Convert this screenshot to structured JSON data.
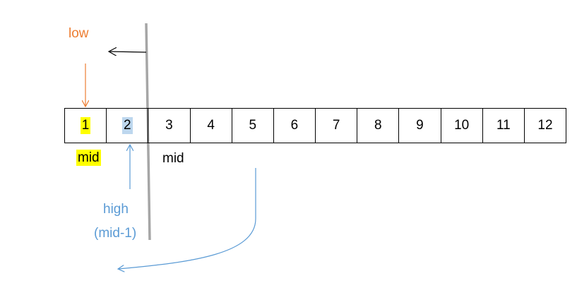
{
  "array": {
    "cells": [
      {
        "value": "1",
        "highlight": "#ffff00"
      },
      {
        "value": "2",
        "highlight": "#bdd7ee"
      },
      {
        "value": "3"
      },
      {
        "value": "4"
      },
      {
        "value": "5"
      },
      {
        "value": "6"
      },
      {
        "value": "7"
      },
      {
        "value": "8"
      },
      {
        "value": "9"
      },
      {
        "value": "10"
      },
      {
        "value": "11"
      },
      {
        "value": "12"
      }
    ]
  },
  "labels": {
    "low": "low",
    "mid_new": "mid",
    "mid_old": "mid",
    "high": "high",
    "high_formula": "(mid-1)"
  },
  "colors": {
    "low": "#ed7d31",
    "high": "#5b9bd5",
    "divider": "#a6a6a6",
    "text": "#000000",
    "highlight_yellow": "#ffff00",
    "highlight_blue": "#bdd7ee"
  }
}
